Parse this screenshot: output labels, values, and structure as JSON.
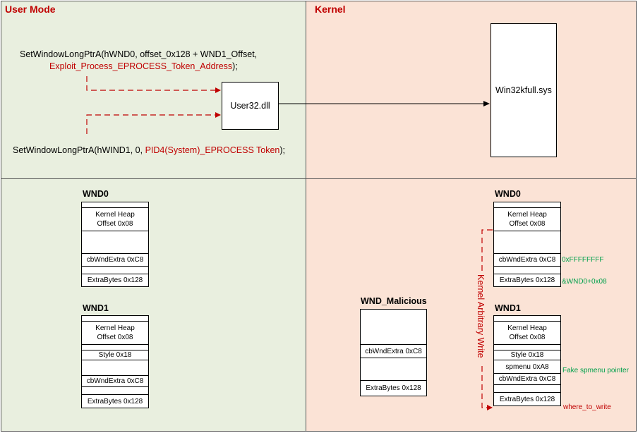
{
  "sections": {
    "user_mode": "User Mode",
    "kernel": "Kernel"
  },
  "calls": {
    "call1_line1": "SetWindowLongPtrA(hWND0, offset_0x128 + WND1_Offset,",
    "call1_line2": "Exploit_Process_EPROCESS_Token_Address",
    "call1_line2_suffix": ");",
    "call2_prefix": "SetWindowLongPtrA(hWIND1, 0, ",
    "call2_red": "PID4(System)_EPROCESS Token",
    "call2_suffix": ");"
  },
  "modules": {
    "user32": "User32.dll",
    "win32kfull": "Win32kfull.sys"
  },
  "left": {
    "wnd0": {
      "title": "WND0",
      "heap": "Kernel Heap\nOffset 0x08",
      "cbwndextra": "cbWndExtra 0xC8",
      "extrabytes": "ExtraBytes 0x128"
    },
    "wnd1": {
      "title": "WND1",
      "heap": "Kernel Heap\nOffset 0x08",
      "style": "Style 0x18",
      "cbwndextra": "cbWndExtra 0xC8",
      "extrabytes": "ExtraBytes 0x128"
    }
  },
  "malicious": {
    "title": "WND_Malicious",
    "cbwndextra": "cbWndExtra 0xC8",
    "extrabytes": "ExtraBytes 0x128"
  },
  "right": {
    "wnd0": {
      "title": "WND0",
      "heap": "Kernel Heap\nOffset 0x08",
      "cbwndextra": "cbWndExtra 0xC8",
      "extrabytes": "ExtraBytes 0x128"
    },
    "wnd1": {
      "title": "WND1",
      "heap": "Kernel Heap\nOffset 0x08",
      "style": "Style 0x18",
      "spmenu": "spmenu 0xA8",
      "cbwndextra": "cbWndExtra 0xC8",
      "extrabytes": "ExtraBytes 0x128"
    }
  },
  "annotations": {
    "ffff": "0xFFFFFFFF",
    "wnd0_08": "&WND0+0x08",
    "fake_spmenu": "Fake spmenu pointer",
    "where_to_write": "where_to_write",
    "arbitrary_write": "Kernel Arbitrary Write"
  },
  "colors": {
    "user_bg": "#e9efdf",
    "kernel_bg": "#fbe3d6",
    "accent_red": "#c00000",
    "note_green": "#00a04b"
  }
}
